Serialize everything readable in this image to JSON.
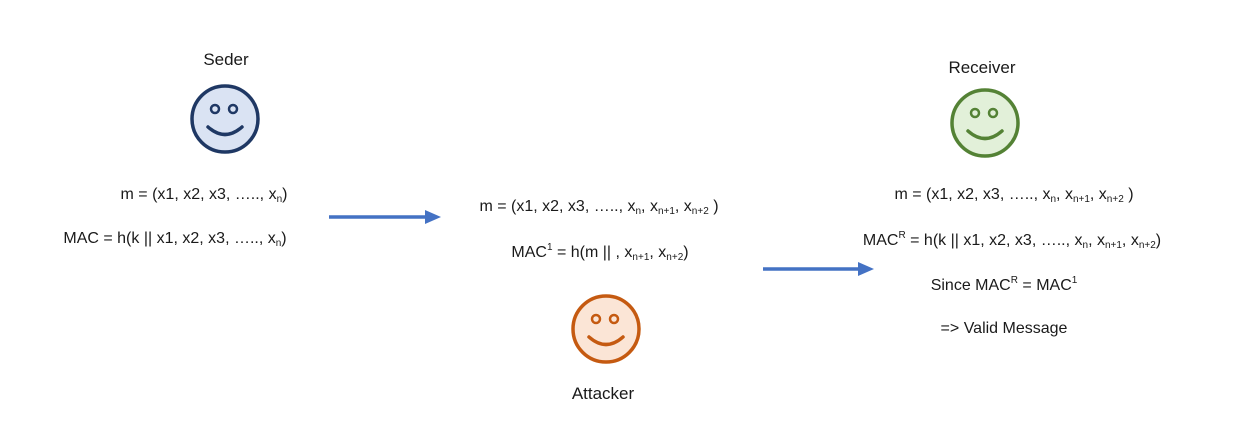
{
  "sender": {
    "label": "Seder",
    "face_fill": "#dae3f3",
    "face_stroke": "#1f3864",
    "line1": {
      "prefix": "m = (x1, x2, x3, ….., x",
      "sub_n": "n",
      "suffix": ")"
    },
    "line2": {
      "prefix": "MAC = h(k || x1, x2, x3, ….., x",
      "sub_n": "n",
      "suffix": ")"
    }
  },
  "attacker": {
    "label": "Attacker",
    "face_fill": "#fbe5d6",
    "face_stroke": "#c55a11",
    "line1": {
      "prefix": "m = (x1, x2, x3, ….., x",
      "sub_n": "n",
      "sep1": ", x",
      "sub_n1": "n+1",
      "sep2": ", x",
      "sub_n2": "n+2",
      "suffix": " )"
    },
    "line2": {
      "prefix": "MAC",
      "sup": "1",
      "mid": " = h(m || , x",
      "sub_n1": "n+1",
      "sep": ", x",
      "sub_n2": "n+2",
      "suffix": ")"
    }
  },
  "receiver": {
    "label": "Receiver",
    "face_fill": "#e2f0d9",
    "face_stroke": "#548235",
    "line1": {
      "prefix": "m = (x1, x2, x3, ….., x",
      "sub_n": "n",
      "sep1": ", x",
      "sub_n1": "n+1",
      "sep2": ", x",
      "sub_n2": "n+2",
      "suffix": " )"
    },
    "line2": {
      "prefix": "MAC",
      "sup": "R",
      "mid": " = h(k || x1, x2, x3, ….., x",
      "sub_n": "n",
      "sep1": ", x",
      "sub_n1": "n+1",
      "sep2": ", x",
      "sub_n2": "n+2",
      "suffix": ")"
    },
    "line3": {
      "prefix": "Since MAC",
      "sup1": "R",
      "mid": " = MAC",
      "sup2": "1"
    },
    "line4": "=> Valid Message"
  },
  "arrow_color": "#4472c4"
}
